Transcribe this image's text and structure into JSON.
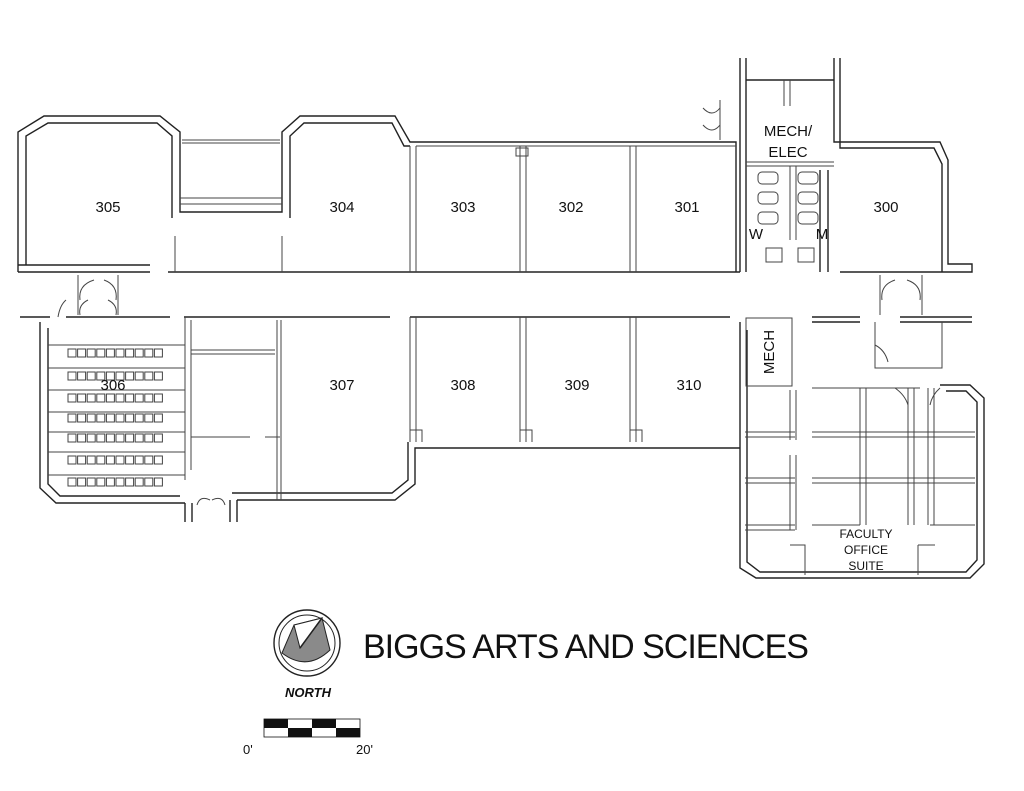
{
  "title": "BIGGS ARTS AND SCIENCES",
  "north_label": "NORTH",
  "scale": {
    "start": "0'",
    "end": "20'"
  },
  "rooms": {
    "r305": "305",
    "r304": "304",
    "r303": "303",
    "r302": "302",
    "r301": "301",
    "r300": "300",
    "r306": "306",
    "r307": "307",
    "r308": "308",
    "r309": "309",
    "r310": "310"
  },
  "utility": {
    "mech_elec_1": "MECH/",
    "mech_elec_2": "ELEC",
    "mech": "MECH",
    "womens": "W",
    "mens": "M"
  },
  "faculty": {
    "line1": "FACULTY",
    "line2": "OFFICE",
    "line3": "SUITE"
  }
}
